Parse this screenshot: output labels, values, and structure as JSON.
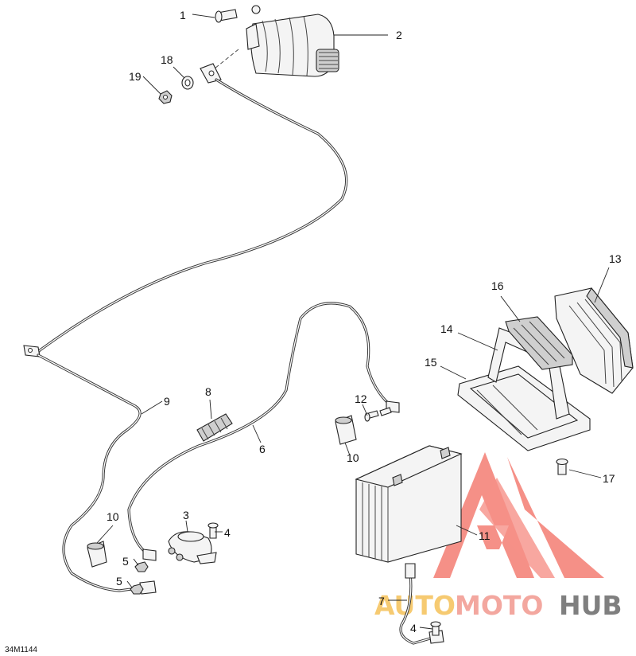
{
  "diagram_ref": "34M1144",
  "watermark": {
    "part1": "AUTO",
    "part2": "MOTO",
    "part3": "HUB",
    "color1": "#f4b942",
    "color2": "#f08a80",
    "color3": "#555555",
    "triangle_color": "#f26b60"
  },
  "callouts": [
    "1",
    "2",
    "19",
    "18",
    "13",
    "16",
    "14",
    "15",
    "12",
    "8",
    "9",
    "6",
    "10",
    "3",
    "4",
    "5",
    "5",
    "10",
    "11",
    "7",
    "4",
    "17"
  ]
}
